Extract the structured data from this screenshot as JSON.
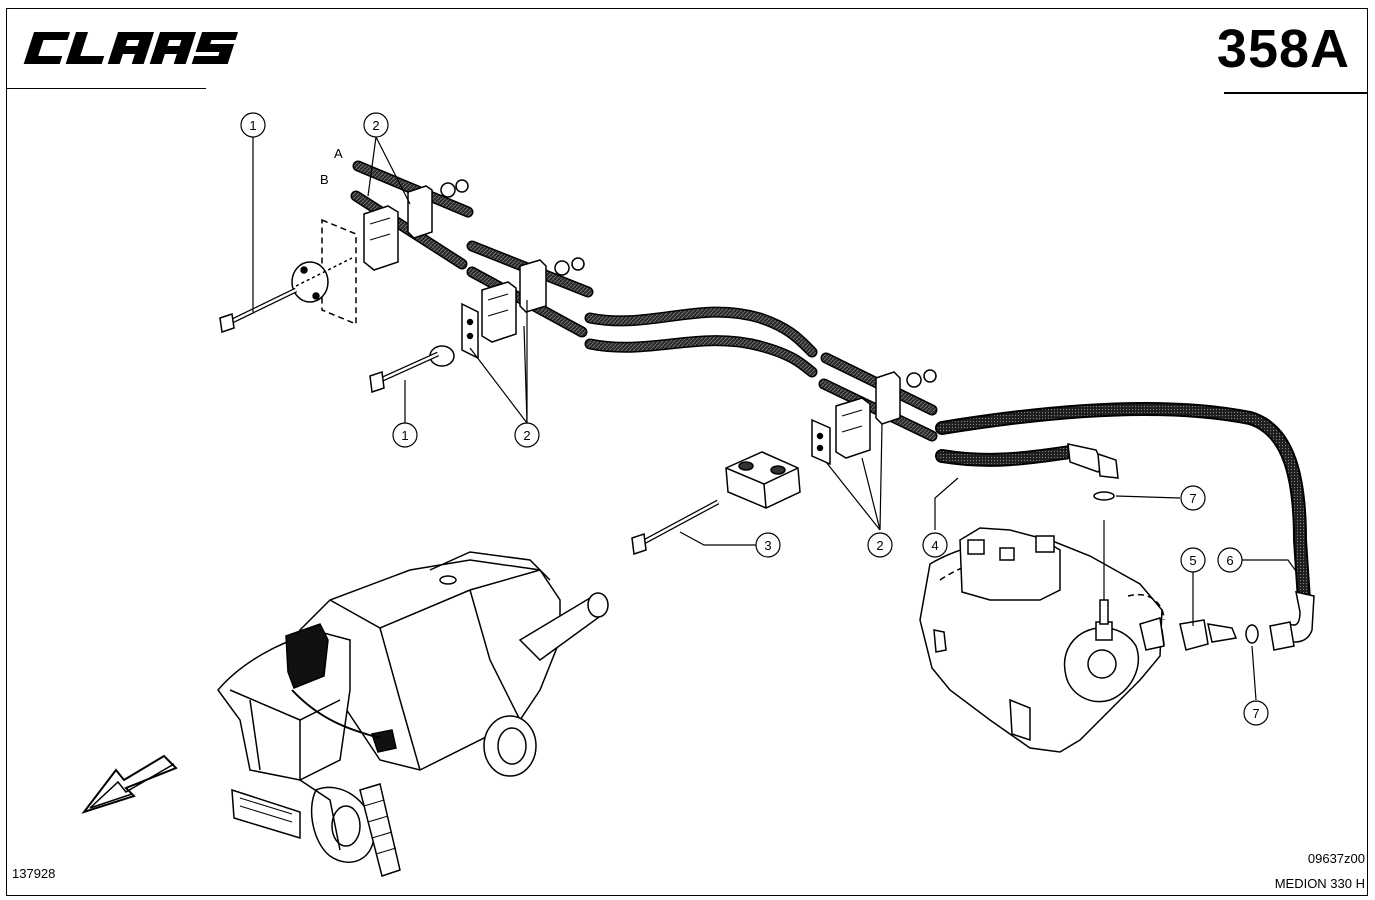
{
  "header": {
    "brand": "CLAAS",
    "sheet_number": "358A"
  },
  "footer": {
    "image_number": "137928",
    "drawing_code": "09637z00",
    "model": "MEDION 330 H"
  },
  "line_labels": {
    "a": "A",
    "b": "B"
  },
  "callouts": [
    {
      "id": "c1a",
      "label": "1"
    },
    {
      "id": "c2a",
      "label": "2"
    },
    {
      "id": "c1b",
      "label": "1"
    },
    {
      "id": "c2b",
      "label": "2"
    },
    {
      "id": "c3",
      "label": "3"
    },
    {
      "id": "c2c",
      "label": "2"
    },
    {
      "id": "c4",
      "label": "4"
    },
    {
      "id": "c7a",
      "label": "7"
    },
    {
      "id": "c5",
      "label": "5"
    },
    {
      "id": "c6",
      "label": "6"
    },
    {
      "id": "c7b",
      "label": "7"
    }
  ],
  "colors": {
    "ink": "#000000",
    "hose_fill": "#3a3a3a",
    "paper": "#ffffff"
  }
}
